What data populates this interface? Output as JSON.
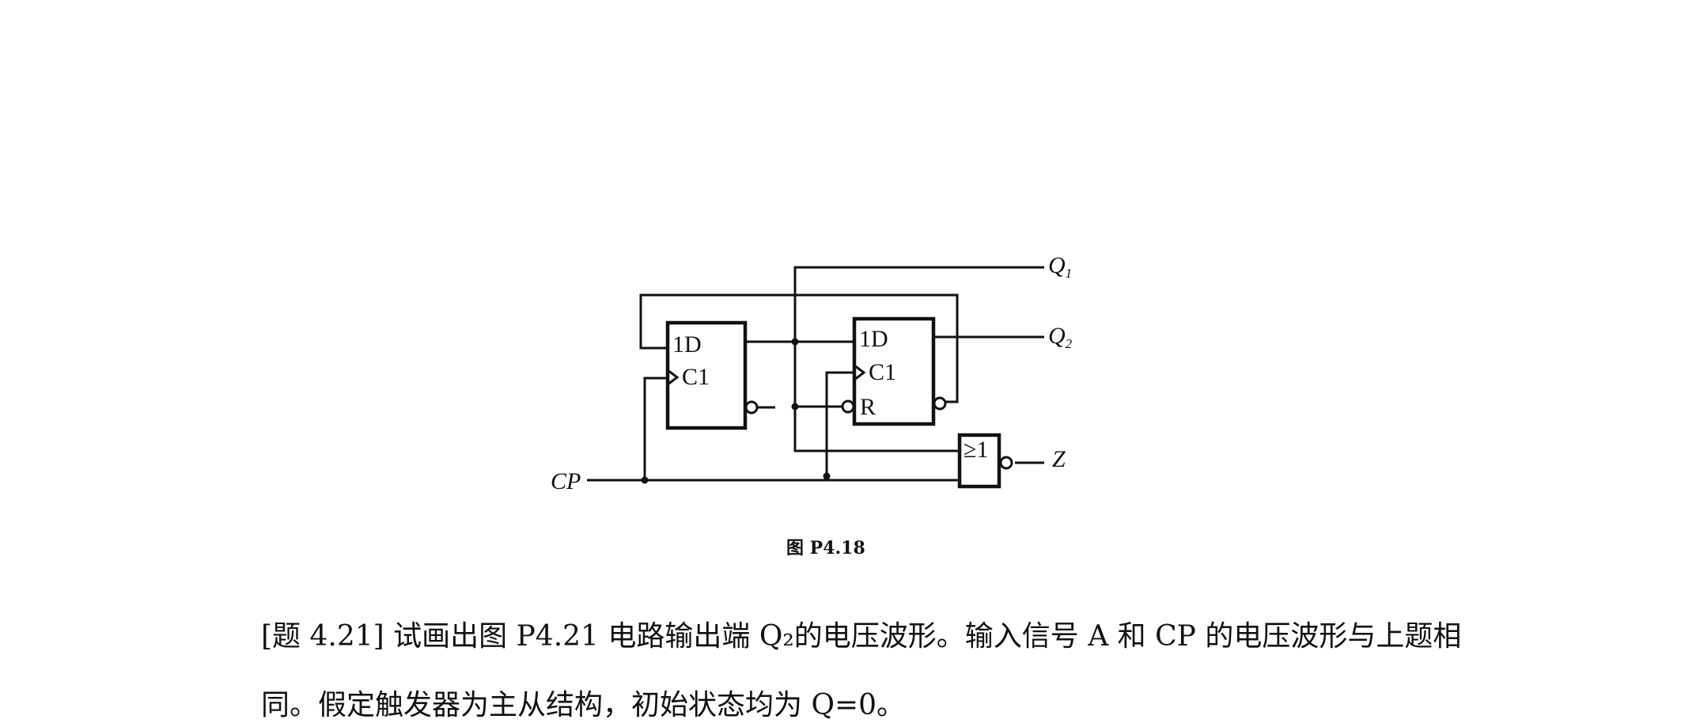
{
  "diagram": {
    "ff1": {
      "d_label": "1D",
      "c_label": "C1"
    },
    "ff2": {
      "d_label": "1D",
      "c_label": "C1",
      "r_label": "R"
    },
    "gate": {
      "label": "≥1"
    },
    "signals": {
      "q1": "Q",
      "q1_sub": "1",
      "q2": "Q",
      "q2_sub": "2",
      "cp": "CP",
      "z": "Z"
    },
    "caption": "图 P4.18"
  },
  "text": {
    "line1": "[题 4.21]  试画出图 P4.21 电路输出端 Q₂的电压波形。输入信号 A 和 CP 的电压波形与上题相",
    "line2": "同。假定触发器为主从结构，初始状态均为 Q=0。"
  }
}
